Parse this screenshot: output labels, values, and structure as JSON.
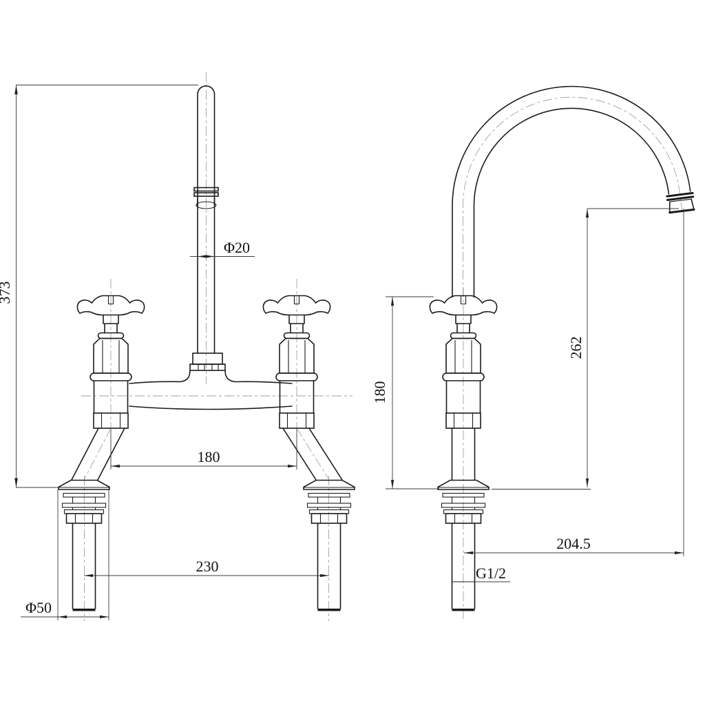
{
  "drawing": {
    "type": "technical-drawing",
    "subject": "two-hole bridge mixer tap with cross handles and gooseneck spout, front and side orthographic views",
    "views": {
      "left": "front view",
      "right": "side view"
    },
    "colors": {
      "background": "#ffffff",
      "object_line": "#1b1b1b",
      "dimension_line": "#3a3a3a",
      "centerline": "#a2a2a2",
      "text": "#111111"
    },
    "labels": {
      "overall_height": "373",
      "spout_pipe_diameter": "Φ20",
      "handle_centres": "180",
      "inlet_centres": "230",
      "base_diameter": "Φ50",
      "side_body_height": "180",
      "spout_outlet_height": "262",
      "spout_reach": "204.5",
      "inlet_thread": "G1/2"
    }
  }
}
